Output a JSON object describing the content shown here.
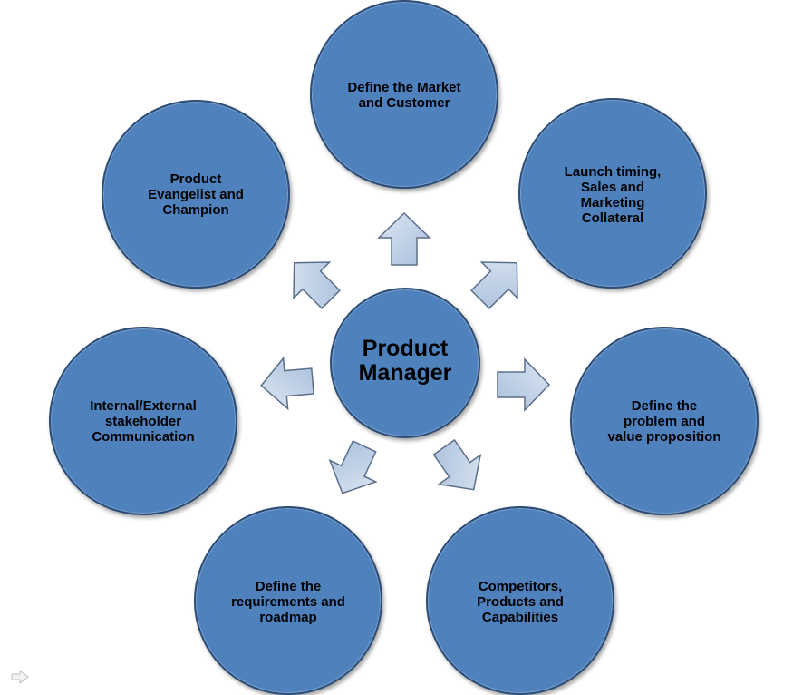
{
  "center": {
    "label": "Product\nManager"
  },
  "nodes": [
    {
      "id": "market",
      "label": "Define the Market\nand Customer"
    },
    {
      "id": "launch",
      "label": "Launch timing,\nSales and\nMarketing\nCollateral"
    },
    {
      "id": "problem",
      "label": "Define the\nproblem and\nvalue proposition"
    },
    {
      "id": "competitors",
      "label": "Competitors,\nProducts and\nCapabilities"
    },
    {
      "id": "requirements",
      "label": "Define the\nrequirements and\nroadmap"
    },
    {
      "id": "stakeholder",
      "label": "Internal/External\nstakeholder\nCommunication"
    },
    {
      "id": "evangelist",
      "label": "Product\nEvangelist and\nChampion"
    }
  ],
  "colors": {
    "bubble_fill": "#4f81bd",
    "bubble_border": "#2c4d75",
    "arrow_fill": "#b8cce4",
    "arrow_border": "#5b6f8c",
    "text": "#000000"
  },
  "icons": {
    "corner": "arrow-right-icon"
  }
}
